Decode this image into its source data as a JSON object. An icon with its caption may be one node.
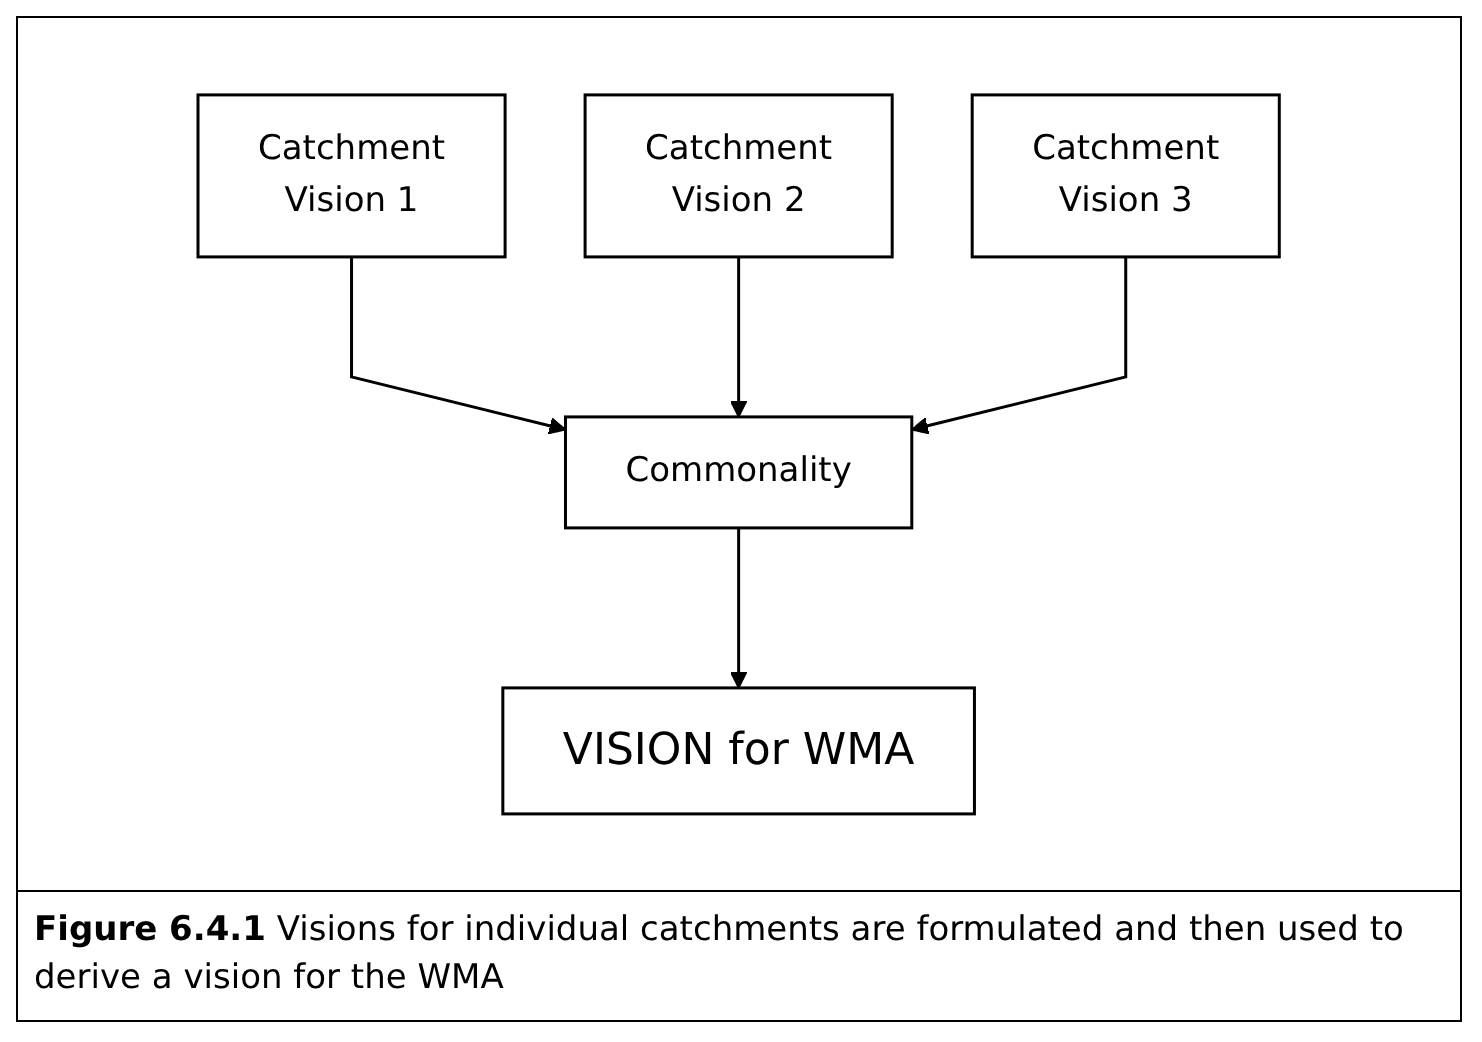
{
  "diagram": {
    "caption": "**Figure 6.4.1** Visions for individual catchments are formulated and then used to derive a vision for the WMA",
    "nodes": [
      {
        "text": [
          "Catchment",
          "Vision 1"
        ]
      },
      {
        "text": [
          "Catchment",
          "Vision 2"
        ]
      },
      {
        "text": [
          "Catchment",
          "Vision 3"
        ]
      },
      {
        "text": [
          "Commonality"
        ]
      },
      {
        "text": [
          "VISION for WMA"
        ]
      }
    ],
    "edges": [
      {
        "from": 0,
        "to": 3,
        "arrow": "to"
      },
      {
        "from": 1,
        "to": 3,
        "arrow": "to"
      },
      {
        "from": 2,
        "to": 3,
        "arrow": "to"
      },
      {
        "from": 3,
        "to": 4,
        "arrow": "to"
      }
    ]
  }
}
